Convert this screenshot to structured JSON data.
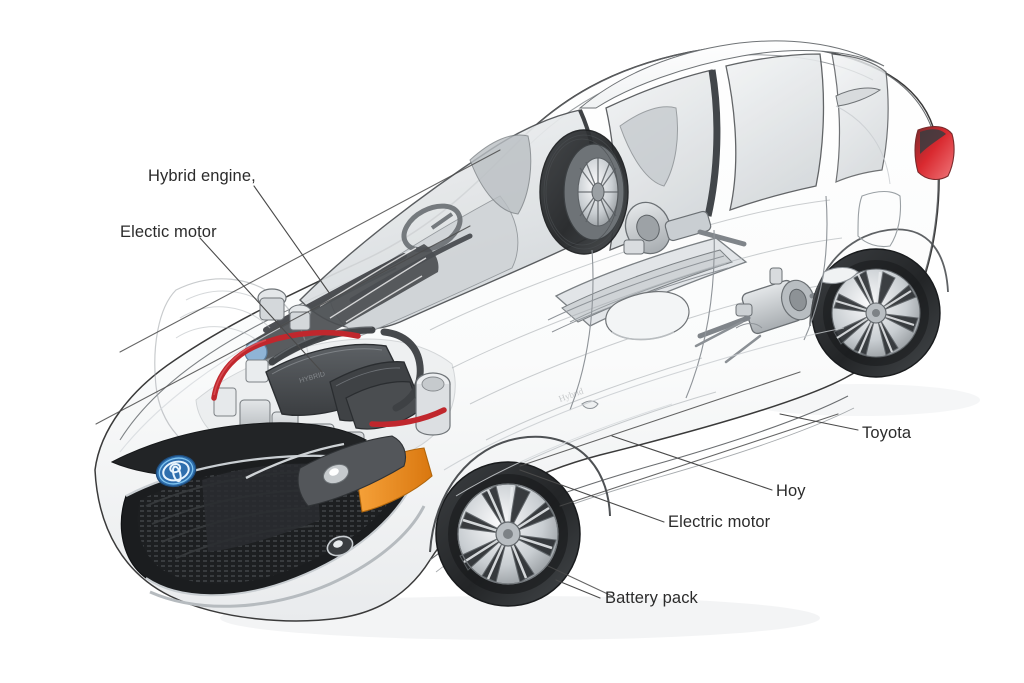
{
  "diagram": {
    "title": "Hybrid car cutaway illustration",
    "subject": "Toyota hybrid sedan ghosted cutaway view",
    "background_color": "#ffffff",
    "label_color": "#2b2b2b",
    "leader_line_color": "#4a4a4a",
    "body_outline_color": "#3a3a3a",
    "body_fill_color": "#fdfdfd",
    "glass_fill_color": "#e8eaec",
    "shadow_gray": "#b9bdc0",
    "engine_dark": "#45484b",
    "engine_mid": "#6f7478",
    "engine_light": "#c9ccd0",
    "cable_red": "#c0272d",
    "accent_blue": "#1f6fb8",
    "taillight_red": "#d9292f",
    "headlight_orange": "#e7881f",
    "tire_black": "#2e3032",
    "grille_black": "#232528"
  },
  "callouts": [
    {
      "id": "hybrid-engine",
      "label": "Hybrid engine,",
      "side": "left",
      "target": "engine bay powertrain"
    },
    {
      "id": "electic-motor",
      "label": "Electic motor",
      "side": "left",
      "target": "front electric motor"
    },
    {
      "id": "toyota",
      "label": "Toyota",
      "side": "right",
      "target": "vehicle body"
    },
    {
      "id": "hoy",
      "label": "Hoy",
      "side": "right",
      "target": "underbody / rocker"
    },
    {
      "id": "electric-motor",
      "label": "Electric motor",
      "side": "right",
      "target": "rear drive unit"
    },
    {
      "id": "battery-pack",
      "label": "Battery pack",
      "side": "right",
      "target": "floor battery pack"
    }
  ],
  "badges": {
    "front_emblem": "toyota-hybrid-emblem",
    "door_badge": "hybrid-door-badge"
  },
  "components": [
    {
      "name": "hybrid-engine-block",
      "color": "#45484b"
    },
    {
      "name": "high-voltage-cable",
      "color": "#c0272d"
    },
    {
      "name": "battery-pack-module",
      "color": "#d4d7da"
    },
    {
      "name": "rear-drive-unit",
      "color": "#9aa0a4"
    },
    {
      "name": "front-wheel",
      "color": "#2e3032"
    },
    {
      "name": "rear-wheel",
      "color": "#2e3032"
    },
    {
      "name": "front-grille",
      "color": "#232528"
    },
    {
      "name": "headlight",
      "color": "#e7881f"
    },
    {
      "name": "taillight",
      "color": "#d9292f"
    }
  ]
}
